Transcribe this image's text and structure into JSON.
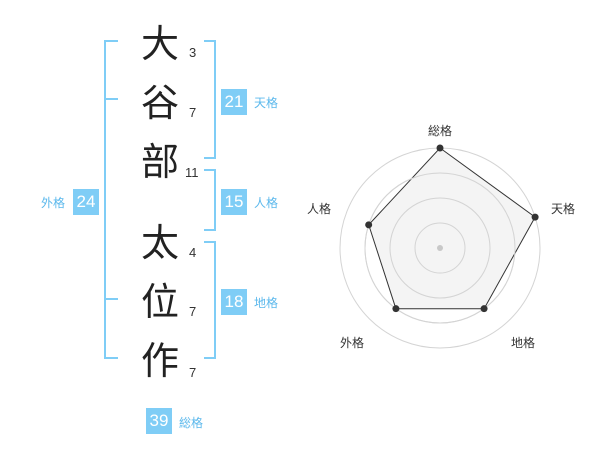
{
  "colors": {
    "accent": "#7fcdf6",
    "label_text": "#5bb8ec",
    "kanji_text": "#222222",
    "radar_outline": "#333333",
    "radar_fill": "#f2f2f2",
    "radar_ring": "#d4d4d4"
  },
  "name": {
    "surname": [
      {
        "char": "大",
        "strokes": "3"
      },
      {
        "char": "谷",
        "strokes": "7"
      },
      {
        "char": "部",
        "strokes": "11"
      }
    ],
    "given": [
      {
        "char": "太",
        "strokes": "4"
      },
      {
        "char": "位",
        "strokes": "7"
      },
      {
        "char": "作",
        "strokes": "7"
      }
    ]
  },
  "fortunes": {
    "tenkaku": {
      "value": "21",
      "label": "天格"
    },
    "jinkaku": {
      "value": "15",
      "label": "人格"
    },
    "chikaku": {
      "value": "18",
      "label": "地格"
    },
    "gaikaku": {
      "value": "24",
      "label": "外格"
    },
    "soukaku": {
      "value": "39",
      "label": "総格"
    }
  },
  "radar": {
    "axes": [
      "総格",
      "天格",
      "地格",
      "外格",
      "人格"
    ],
    "levels": 4,
    "scores": [
      4,
      4,
      3,
      3,
      3
    ]
  }
}
